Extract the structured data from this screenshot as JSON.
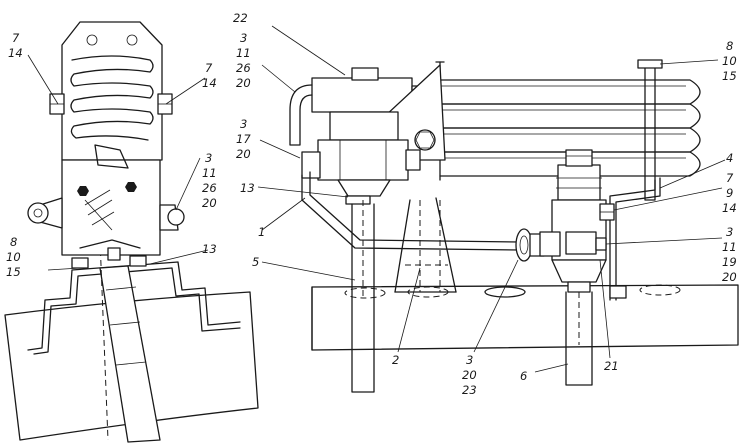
{
  "callouts": {
    "left_top_left": [
      "7",
      "14"
    ],
    "left_top_right": [
      "7",
      "14"
    ],
    "left_mid_right": [
      "3",
      "11",
      "26",
      "20"
    ],
    "left_bottom_left": [
      "8",
      "10",
      "15"
    ],
    "left_bottom_right": [
      "13"
    ],
    "r_22": [
      "22"
    ],
    "r_3_11_26_20": [
      "3",
      "11",
      "26",
      "20"
    ],
    "r_3_17_20": [
      "3",
      "17",
      "20"
    ],
    "r_13": [
      "13"
    ],
    "r_1": [
      "1"
    ],
    "r_5": [
      "5"
    ],
    "r_2": [
      "2"
    ],
    "r_3_20_23": [
      "3",
      "20",
      "23"
    ],
    "r_6": [
      "6"
    ],
    "r_21": [
      "21"
    ],
    "r_8_10_15": [
      "8",
      "10",
      "15"
    ],
    "r_4": [
      "4"
    ],
    "r_7_9_14": [
      "7",
      "9",
      "14"
    ],
    "r_3_11_19_20": [
      "3",
      "11",
      "19",
      "20"
    ]
  }
}
